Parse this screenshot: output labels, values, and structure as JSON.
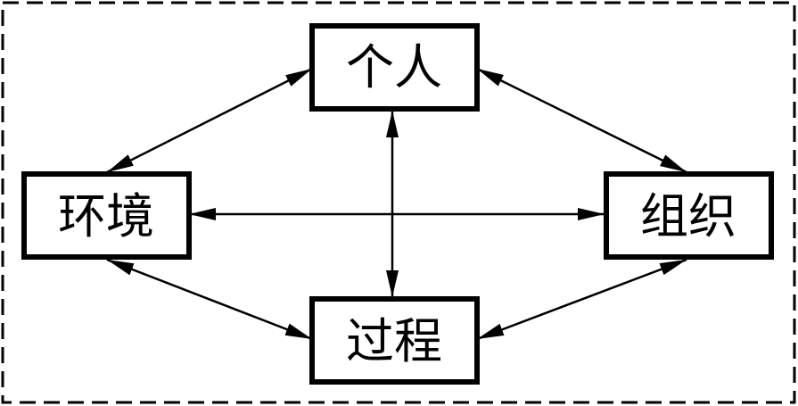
{
  "diagram": {
    "nodes": {
      "individual": "个人",
      "environment": "环境",
      "organization": "组织",
      "process": "过程"
    },
    "edges": [
      {
        "from": "个人",
        "to": "环境",
        "direction": "both"
      },
      {
        "from": "个人",
        "to": "组织",
        "direction": "both"
      },
      {
        "from": "环境",
        "to": "过程",
        "direction": "both"
      },
      {
        "from": "组织",
        "to": "过程",
        "direction": "both"
      },
      {
        "from": "环境",
        "to": "组织",
        "direction": "both"
      },
      {
        "from": "个人",
        "to": "过程",
        "direction": "both"
      }
    ]
  }
}
